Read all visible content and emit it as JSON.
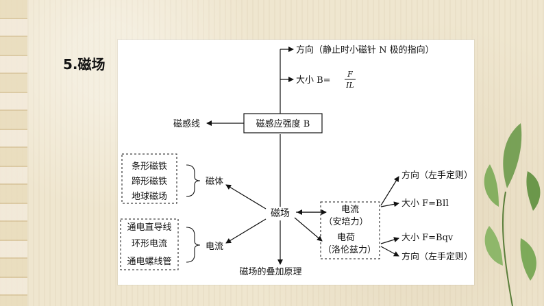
{
  "slide": {
    "title": "5.磁场"
  },
  "diagram": {
    "center": "磁场",
    "intensity": "磁感应强度 B",
    "field_line": "磁感线",
    "direction_top": "方向（静止时小磁针 N 极的指向）",
    "size_label": "大小 B=",
    "size_num": "F",
    "size_den": "IL",
    "magnet": "磁体",
    "magnet_items": [
      "条形磁铁",
      "蹄形磁铁",
      "地球磁场"
    ],
    "current": "电流",
    "current_items": [
      "通电直导线",
      "环形电流",
      "通电螺线管"
    ],
    "superposition": "磁场的叠加原理",
    "force_current": [
      "电流",
      "（安培力）"
    ],
    "force_charge": [
      "电荷",
      "（洛伦兹力）"
    ],
    "ampere_dir": "方向（左手定则）",
    "ampere_size": "大小 F=BIl",
    "lorentz_size": "大小 F=Bqv",
    "lorentz_dir": "方向（左手定则）"
  }
}
